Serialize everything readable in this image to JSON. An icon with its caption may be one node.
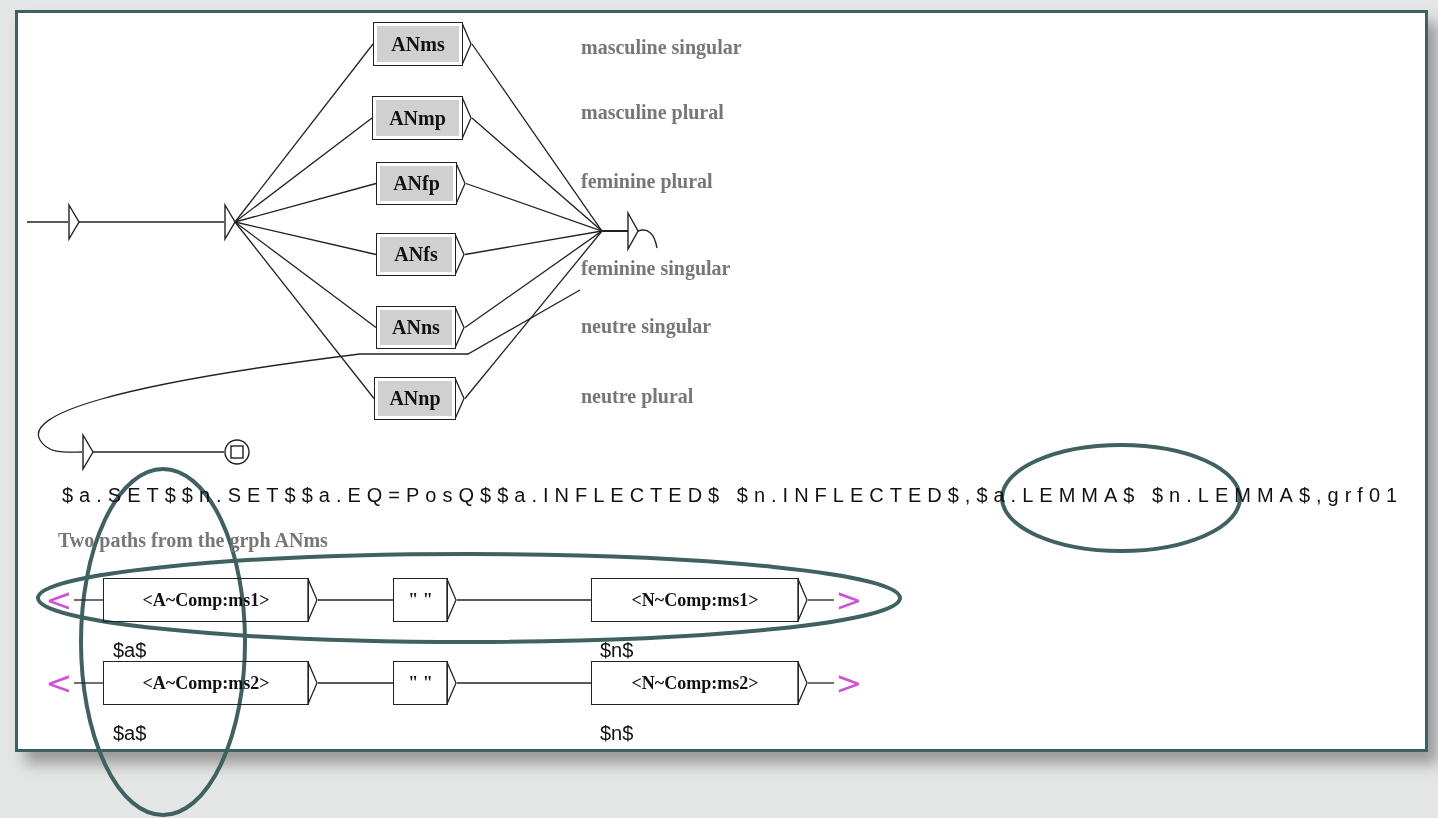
{
  "diagram": {
    "nodes": [
      {
        "text": [],
        "shape": "triangle"
      },
      {
        "text": [],
        "shape": "triangle"
      },
      {
        "text": [
          "ANms"
        ]
      },
      {
        "text": [
          "ANmp"
        ]
      },
      {
        "text": [
          "ANfp"
        ]
      },
      {
        "text": [
          "ANfs"
        ]
      },
      {
        "text": [
          "ANns"
        ]
      },
      {
        "text": [
          "ANnp"
        ]
      },
      {
        "text": [],
        "shape": "triangle"
      },
      {
        "text": [],
        "shape": "triangle"
      },
      {
        "text": [],
        "shape": "circle"
      },
      {
        "text": [
          "<"
        ]
      },
      {
        "text": [
          "<A~Comp:ms1>"
        ]
      },
      {
        "text": [
          "\" \""
        ]
      },
      {
        "text": [
          "<N~Comp:ms1>"
        ]
      },
      {
        "text": [
          ">"
        ]
      },
      {
        "text": [
          "<"
        ]
      },
      {
        "text": [
          "<A~Comp:ms2>"
        ]
      },
      {
        "text": [
          "\" \""
        ]
      },
      {
        "text": [
          "<N~Comp:ms2>"
        ]
      },
      {
        "text": [
          ">"
        ]
      }
    ],
    "edges": [
      {
        "from": null,
        "to": 0,
        "arrow": "none"
      },
      {
        "from": 0,
        "to": 1,
        "arrow": "none"
      },
      {
        "from": 1,
        "to": 2,
        "arrow": "none"
      },
      {
        "from": 1,
        "to": 3,
        "arrow": "none"
      },
      {
        "from": 1,
        "to": 4,
        "arrow": "none"
      },
      {
        "from": 1,
        "to": 5,
        "arrow": "none"
      },
      {
        "from": 1,
        "to": 6,
        "arrow": "none"
      },
      {
        "from": 1,
        "to": 7,
        "arrow": "none"
      },
      {
        "from": 2,
        "to": 8,
        "arrow": "none"
      },
      {
        "from": 3,
        "to": 8,
        "arrow": "none"
      },
      {
        "from": 4,
        "to": 8,
        "arrow": "none"
      },
      {
        "from": 5,
        "to": 8,
        "arrow": "none"
      },
      {
        "from": 6,
        "to": 8,
        "arrow": "none"
      },
      {
        "from": 7,
        "to": 8,
        "arrow": "none"
      },
      {
        "from": 8,
        "to": 9,
        "arrow": "none"
      },
      {
        "from": 9,
        "to": 10,
        "arrow": "none"
      },
      {
        "from": 11,
        "to": 12,
        "arrow": "none"
      },
      {
        "from": 12,
        "to": 13,
        "arrow": "none"
      },
      {
        "from": 13,
        "to": 14,
        "arrow": "none"
      },
      {
        "from": 14,
        "to": 15,
        "arrow": "none"
      },
      {
        "from": 16,
        "to": 17,
        "arrow": "none"
      },
      {
        "from": 17,
        "to": 18,
        "arrow": "none"
      },
      {
        "from": 18,
        "to": 19,
        "arrow": "none"
      },
      {
        "from": 19,
        "to": 20,
        "arrow": "none"
      }
    ],
    "labels": [
      "masculine singular",
      "masculine plural",
      "feminine plural",
      "feminine singular",
      "neutre singular",
      "neutre plural",
      "$a.SET$$n.SET$$a.EQ=PosQ$$a.INFLECTED$ $n.INFLECTED$,$a.LEMMA$ $n.LEMMA$,grf01",
      "Two paths from the grph ANms",
      "$a$",
      "$n$",
      "$a$",
      "$n$"
    ]
  }
}
